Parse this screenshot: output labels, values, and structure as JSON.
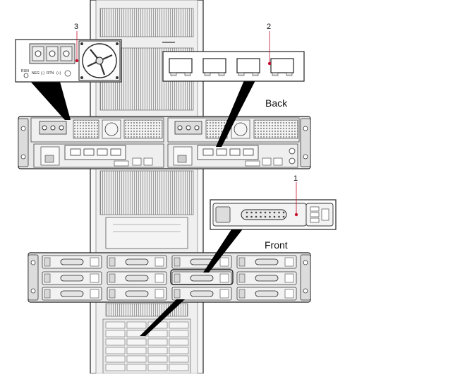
{
  "labels": {
    "callout_1": "1",
    "callout_2": "2",
    "callout_3": "3",
    "back": "Back",
    "front": "Front"
  },
  "power_module": {
    "run": "RUN",
    "neg": "NEG",
    "minus": "(-)",
    "rtn": "RTN",
    "plus": "(+)"
  },
  "colors": {
    "outline": "#222222",
    "panel": "#e6e6e6",
    "rack": "#d9d9d9",
    "callout_dot": "#c8102e",
    "callout_line": "#c8102e"
  }
}
